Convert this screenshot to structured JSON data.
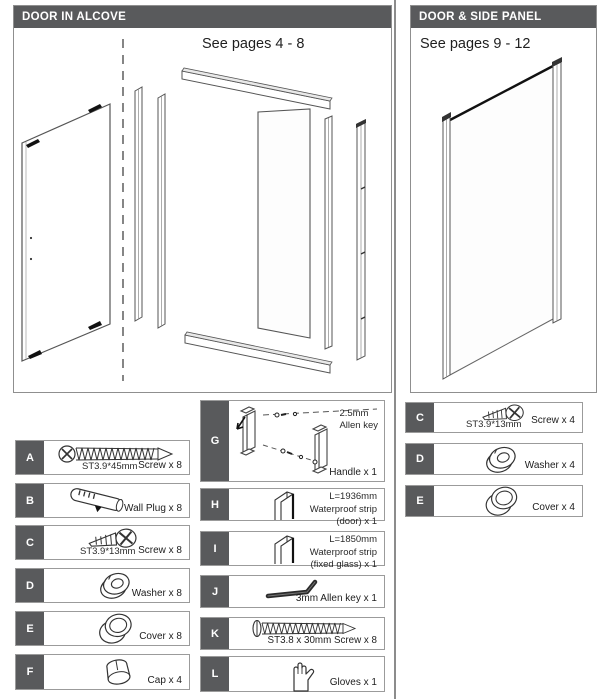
{
  "colors": {
    "header_bg": "#595a5c",
    "row_border": "#9b9b9b",
    "label_square_bg": "#595a5c",
    "text": "#1d1d1d"
  },
  "sections": {
    "alcove": {
      "title": "DOOR IN ALCOVE",
      "pages": "See pages 4 - 8"
    },
    "side_panel": {
      "title": "DOOR & SIDE PANEL",
      "pages": "See pages 9 - 12"
    }
  },
  "parts_left": [
    {
      "id": "A",
      "icon": "long-screw",
      "spec": "ST3.9*45mm",
      "label": "Screw x 8"
    },
    {
      "id": "B",
      "icon": "wall-plug",
      "label": "Wall Plug x 8"
    },
    {
      "id": "C",
      "icon": "short-screw",
      "spec": "ST3.9*13mm",
      "label": "Screw x 8"
    },
    {
      "id": "D",
      "icon": "washer",
      "label": "Washer x 8"
    },
    {
      "id": "E",
      "icon": "cover",
      "label": "Cover x 8"
    },
    {
      "id": "F",
      "icon": "cap",
      "label": "Cap x 4"
    }
  ],
  "parts_middle": [
    {
      "id": "G",
      "icon": "handle",
      "annotation_line1": "2.5mm",
      "annotation_line2": "Allen key",
      "label": "Handle x 1"
    },
    {
      "id": "H",
      "icon": "waterproof-strip",
      "spec": "L=1936mm",
      "line2": "Waterproof strip",
      "line3": "(door) x 1"
    },
    {
      "id": "I",
      "icon": "waterproof-strip",
      "spec": "L=1850mm",
      "line2": "Waterproof strip",
      "line3": "(fixed glass) x 1"
    },
    {
      "id": "J",
      "icon": "allen-key",
      "label": "3mm Allen key x 1"
    },
    {
      "id": "K",
      "icon": "long-screw",
      "spec": "ST3.8 x 30mm",
      "label": "Screw x 8"
    },
    {
      "id": "L",
      "icon": "gloves",
      "label": "Gloves x 1"
    }
  ],
  "parts_right": [
    {
      "id": "C",
      "icon": "short-screw",
      "spec": "ST3.9*13mm",
      "label": "Screw x 4"
    },
    {
      "id": "D",
      "icon": "washer",
      "label": "Washer x 4"
    },
    {
      "id": "E",
      "icon": "cover",
      "label": "Cover x 4"
    }
  ]
}
